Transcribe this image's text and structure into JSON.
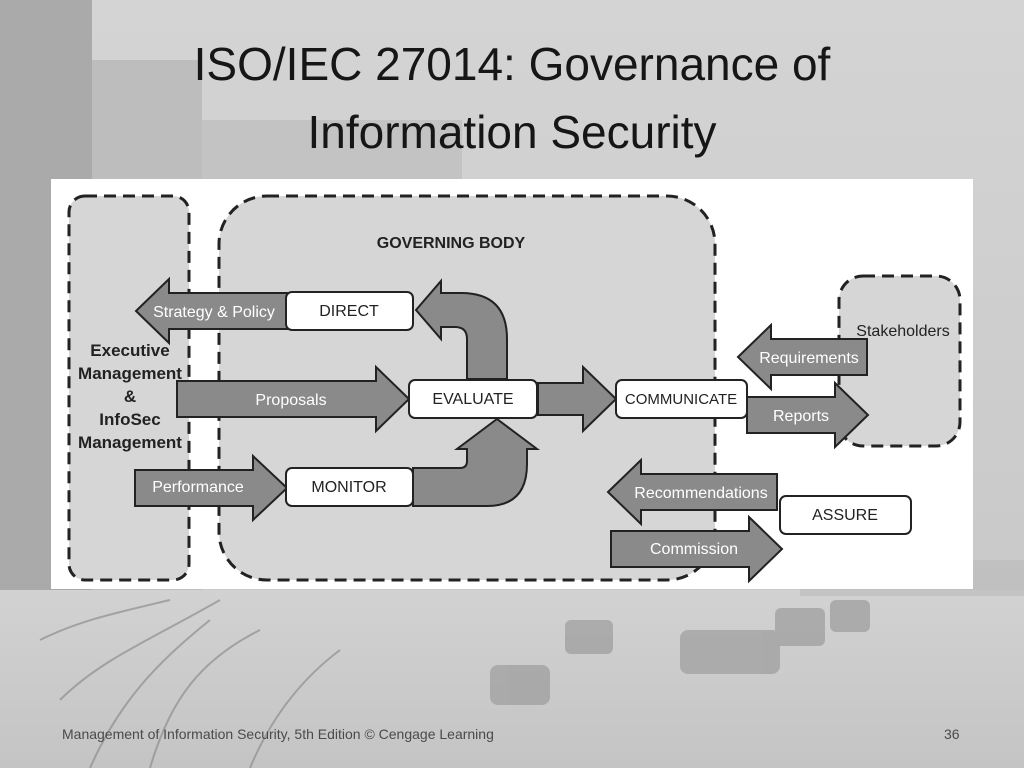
{
  "slide": {
    "title_line1": "ISO/IEC 27014: Governance of",
    "title_line2": "Information Security",
    "footer": "Management of Information Security, 5th Edition © Cengage Learning",
    "page_number": "36"
  },
  "diagram": {
    "executive_lines": [
      "Executive",
      "Management",
      "&",
      "InfoSec",
      "Management"
    ],
    "governing_body": "GOVERNING BODY",
    "stakeholders": "Stakeholders",
    "boxes": {
      "direct": "DIRECT",
      "evaluate": "EVALUATE",
      "monitor": "MONITOR",
      "communicate": "COMMUNICATE",
      "assure": "ASSURE"
    },
    "arrows": {
      "strategy_policy": "Strategy & Policy",
      "proposals": "Proposals",
      "performance": "Performance",
      "requirements": "Requirements",
      "reports": "Reports",
      "recommendations": "Recommendations",
      "commission": "Commission"
    }
  }
}
